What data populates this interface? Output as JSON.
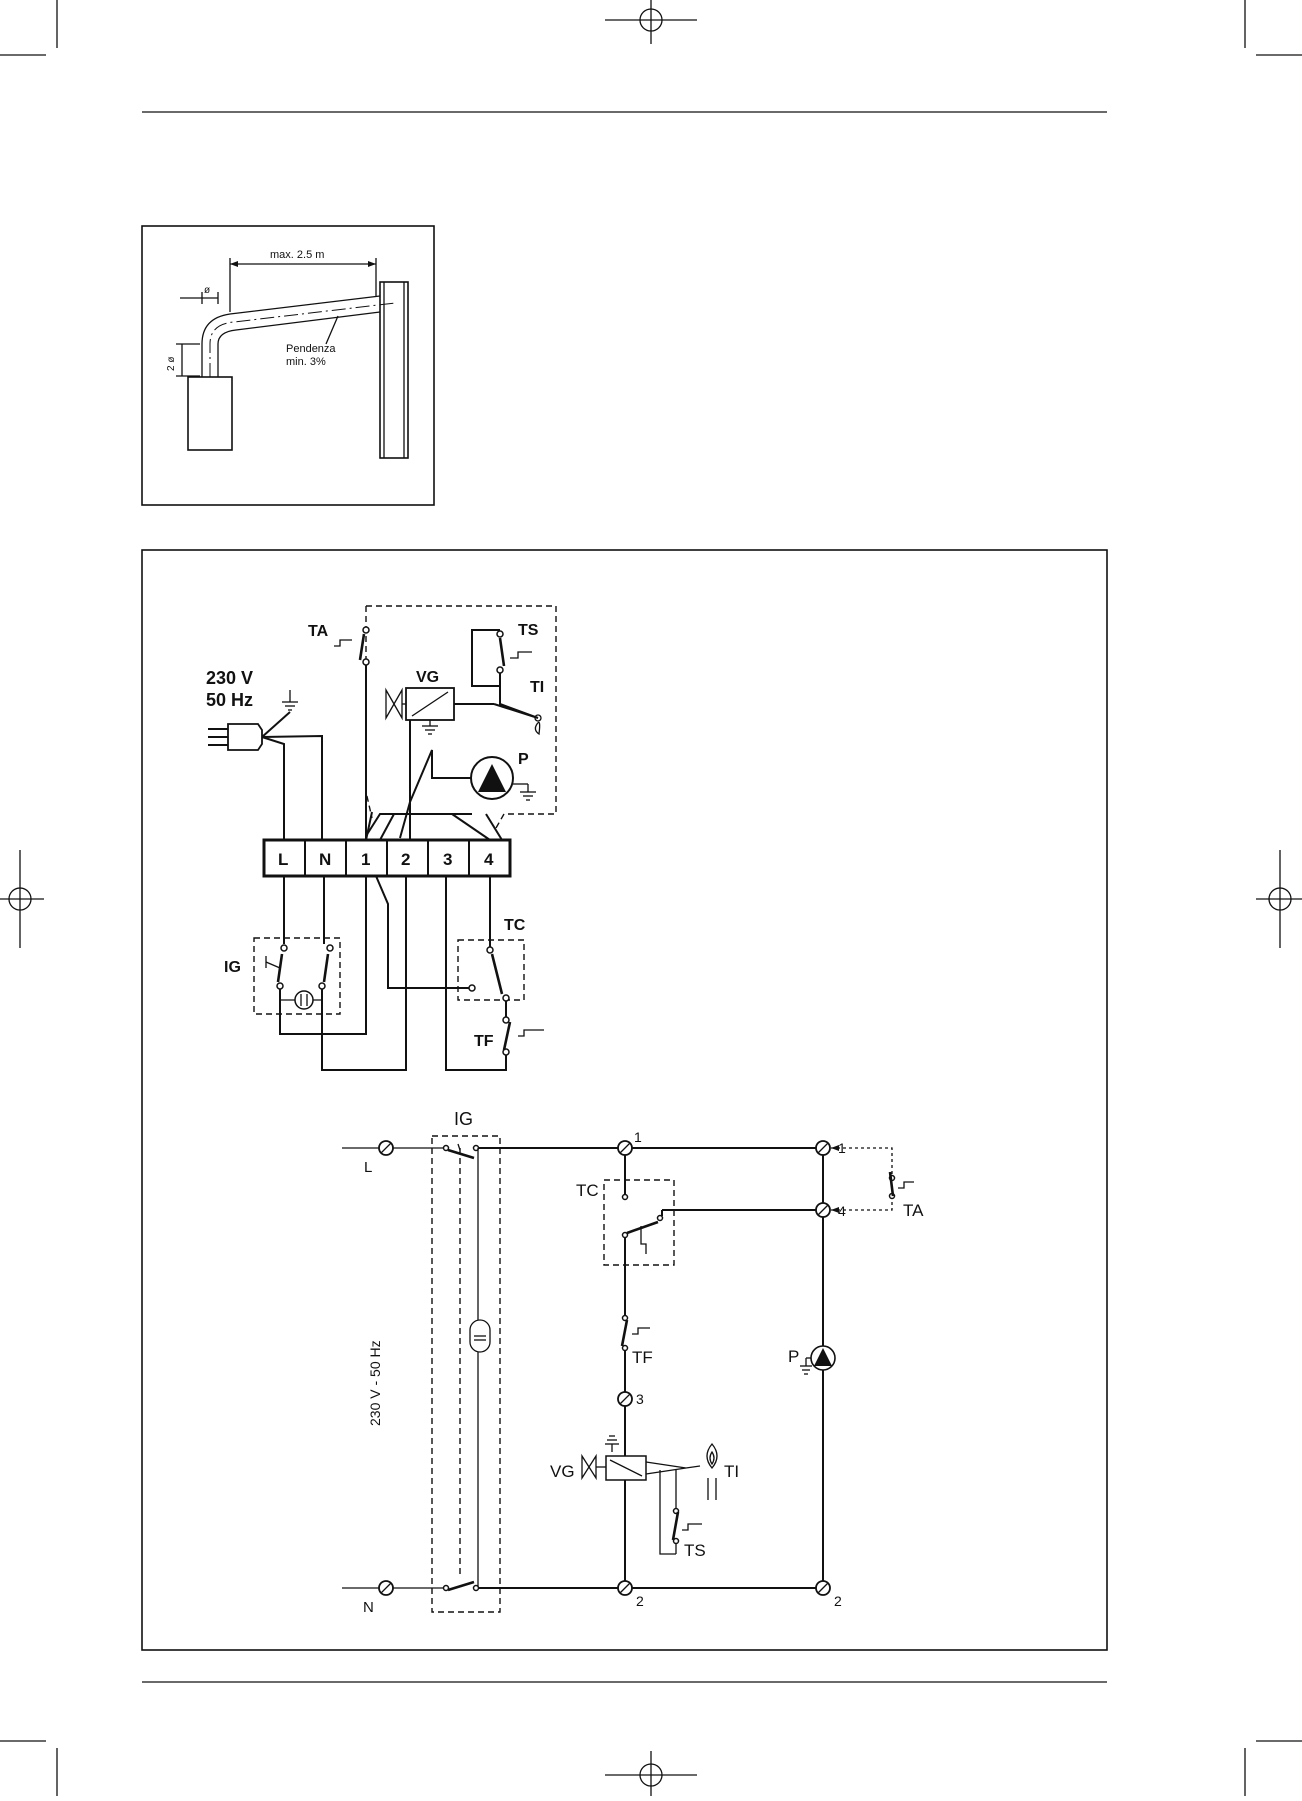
{
  "flue_drawing": {
    "max_length": "max. 2.5 m",
    "diameter_symbol": "ø",
    "vertical_rise": "2 ø",
    "slope_line1": "Pendenza",
    "slope_line2": "min. 3%"
  },
  "wiring_diagram": {
    "supply_voltage": "230 V",
    "supply_frequency": "50 Hz",
    "terminals": [
      "L",
      "N",
      "1",
      "2",
      "3",
      "4"
    ],
    "labels": {
      "room_thermostat": "TA",
      "safety_thermostat": "TS",
      "gas_valve": "VG",
      "thermocouple": "TI",
      "pump": "P",
      "boiler_thermostat": "TC",
      "main_switch": "IG",
      "limit_thermostat": "TF"
    }
  },
  "schematic": {
    "main_switch": "IG",
    "line": "L",
    "neutral": "N",
    "supply": "230 V - 50 Hz",
    "node_1a": "1",
    "node_1b": "1",
    "node_4": "4",
    "node_3": "3",
    "node_2a": "2",
    "node_2b": "2",
    "boiler_thermostat": "TC",
    "room_thermostat": "TA",
    "limit_thermostat": "TF",
    "pump": "P",
    "gas_valve": "VG",
    "thermocouple": "TI",
    "safety_thermostat": "TS"
  }
}
